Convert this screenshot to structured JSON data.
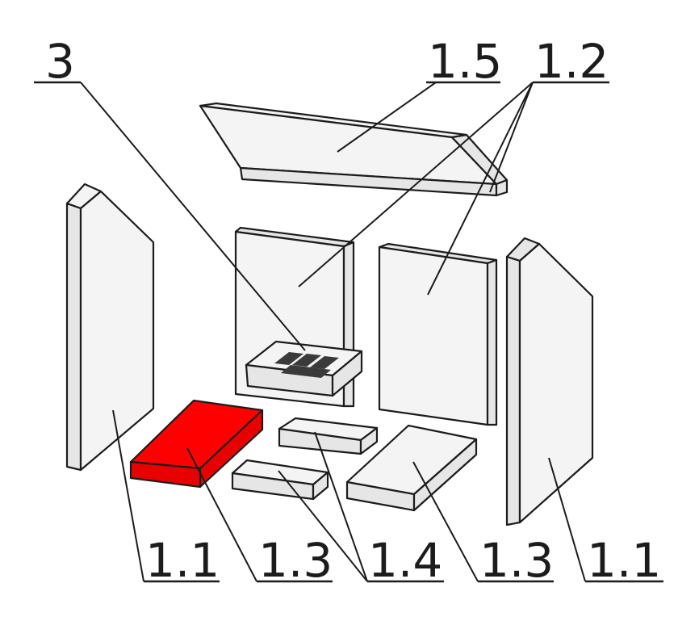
{
  "diagram": {
    "highlight_color": "#ff0000",
    "highlight_side_color": "#e80000",
    "parts": [
      {
        "id": "p3",
        "label": "3"
      },
      {
        "id": "p15",
        "label": "1.5"
      },
      {
        "id": "p12",
        "label": "1.2"
      },
      {
        "id": "p11l",
        "label": "1.1"
      },
      {
        "id": "p13l",
        "label": "1.3"
      },
      {
        "id": "p14",
        "label": "1.4"
      },
      {
        "id": "p13r",
        "label": "1.3"
      },
      {
        "id": "p11r",
        "label": "1.1"
      }
    ],
    "highlighted_part": "1.3"
  }
}
